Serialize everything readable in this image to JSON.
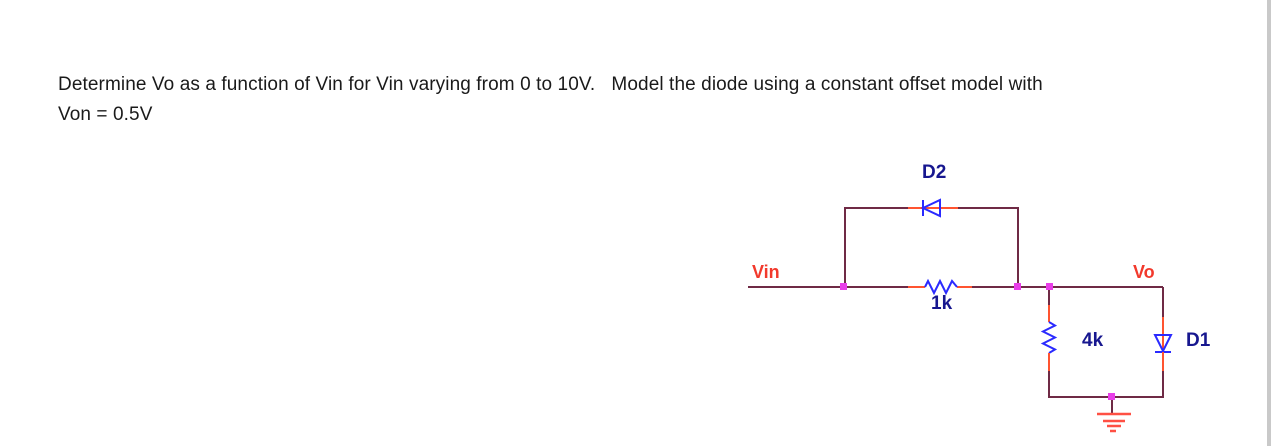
{
  "problem": {
    "line1": "Determine Vo as a function of Vin for Vin varying from 0 to 10V.   Model the diode using a constant offset model with",
    "line2": "Von = 0.5V"
  },
  "circuit": {
    "net_labels": {
      "input": "Vin",
      "output": "Vo"
    },
    "components": {
      "d2": {
        "label": "D2",
        "type": "diode",
        "orientation": "horizontal"
      },
      "r_series": {
        "label": "1k",
        "type": "resistor",
        "orientation": "horizontal"
      },
      "r_shunt": {
        "label": "4k",
        "type": "resistor",
        "orientation": "vertical"
      },
      "d1": {
        "label": "D1",
        "type": "diode",
        "orientation": "vertical"
      }
    },
    "ground_present": true
  },
  "colors": {
    "background": "#FFFFFF",
    "body_text": "#1A1A1A",
    "wire": "#6F2A45",
    "pin": "#FF5430",
    "junction": "#E93EE9",
    "symbol_blue": "#2A2AFF",
    "reference_text": "#17178F",
    "net_text": "#F2392C",
    "ground": "#FF5044",
    "edge_strip": "#C9C9C9"
  }
}
